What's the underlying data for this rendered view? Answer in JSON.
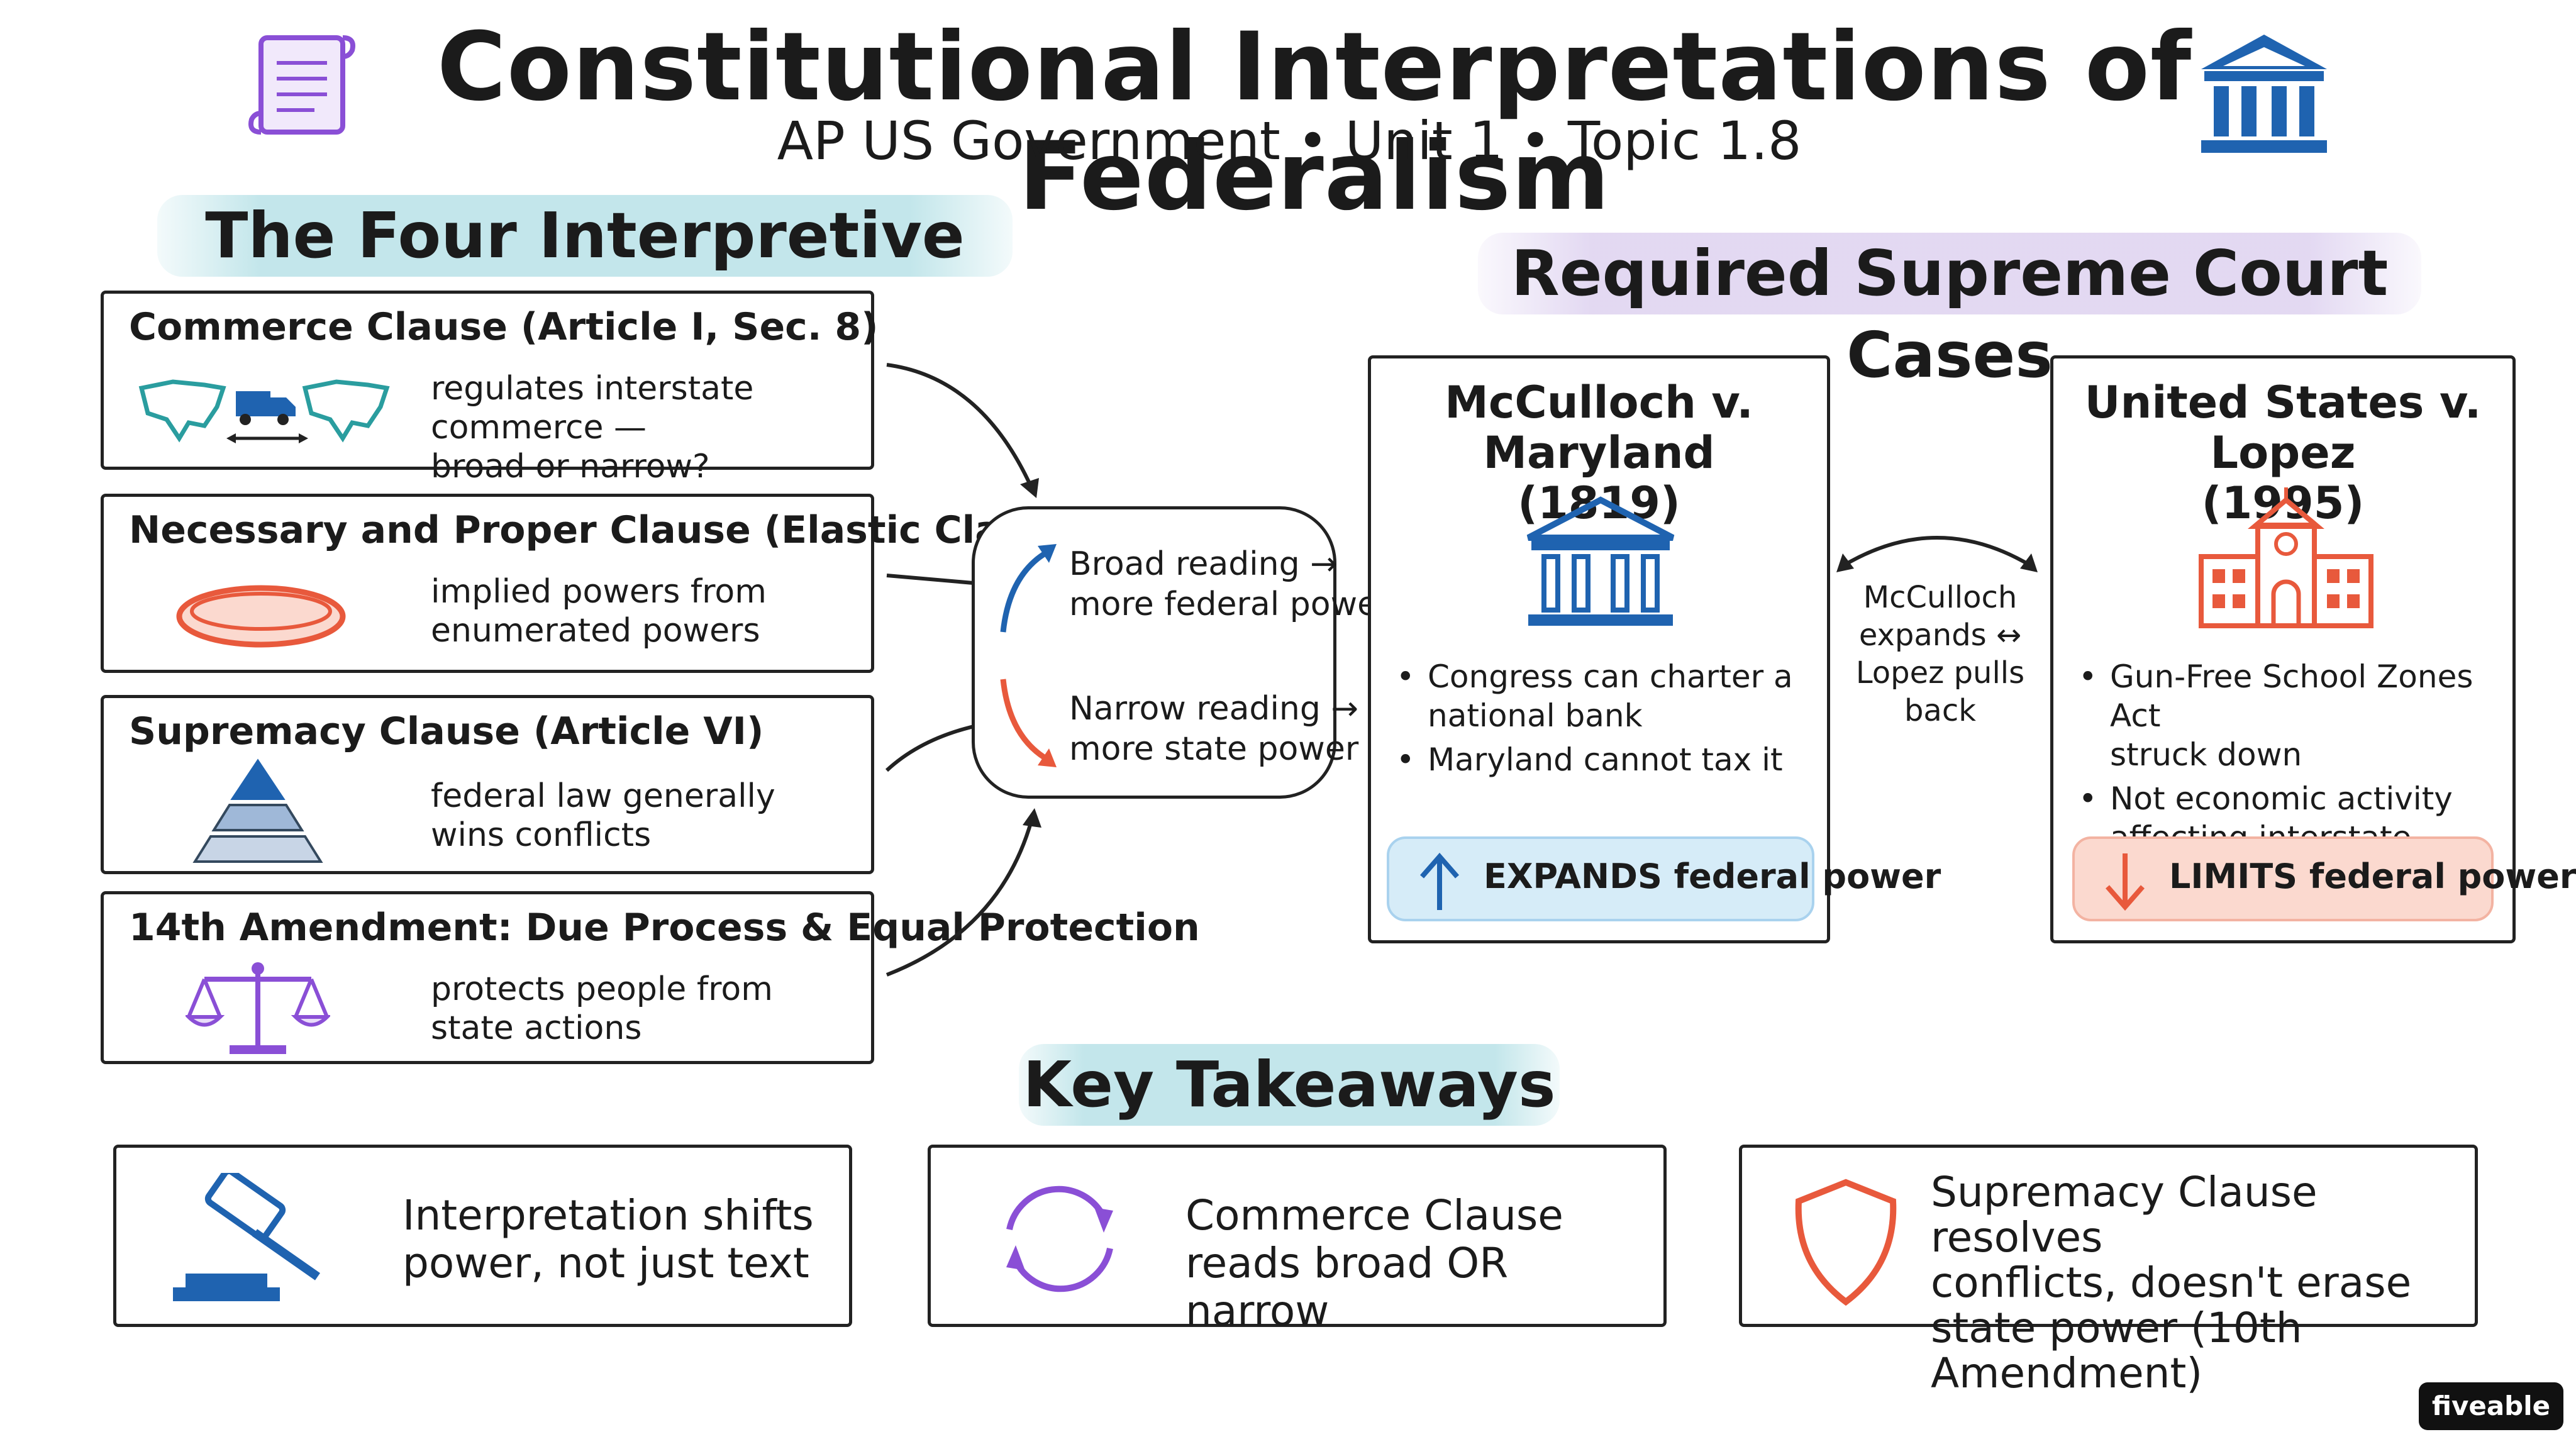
{
  "header": {
    "title": "Constitutional Interpretations of Federalism",
    "subtitle": "AP US Government • Unit 1 • Topic 1.8"
  },
  "tools_section": {
    "heading": "The Four Interpretive Tools",
    "tools": [
      {
        "title": "Commerce Clause (Article I, Sec. 8)",
        "desc_1": "regulates interstate commerce —",
        "desc_2": "broad or narrow?",
        "icon": "us-map-truck-icon"
      },
      {
        "title": "Necessary and Proper Clause (Elastic Clause)",
        "desc_1": "implied powers from",
        "desc_2": "enumerated powers",
        "icon": "elastic-band-icon"
      },
      {
        "title": "Supremacy Clause (Article VI)",
        "desc_1": "federal law generally",
        "desc_2": "wins conflicts",
        "icon": "pyramid-icon"
      },
      {
        "title": "14th Amendment: Due Process & Equal Protection",
        "desc_1": "protects people from",
        "desc_2": "state actions",
        "icon": "scales-icon"
      }
    ]
  },
  "center_box": {
    "broad_1": "Broad reading →",
    "broad_2": "more federal power",
    "narrow_1": "Narrow reading →",
    "narrow_2": "more state power"
  },
  "cases_section": {
    "heading": "Required Supreme Court Cases",
    "mcculloch": {
      "title_1": "McCulloch v. Maryland",
      "title_2": "(1819)",
      "bullet_1a": "Congress can charter a",
      "bullet_1b": "national bank",
      "bullet_2": "Maryland cannot tax it",
      "badge": "EXPANDS federal power",
      "icon": "courthouse-icon"
    },
    "lopez": {
      "title_1": "United States v. Lopez",
      "title_2": "(1995)",
      "bullet_1a": "Gun-Free School Zones Act",
      "bullet_1b": "struck down",
      "bullet_2a": "Not economic activity",
      "bullet_2b": "affecting interstate commerce",
      "badge": "LIMITS federal power",
      "icon": "school-icon"
    },
    "comparison": {
      "line_1": "McCulloch",
      "line_2": "expands ↔",
      "line_3": "Lopez pulls back"
    }
  },
  "takeaways_section": {
    "heading": "Key Takeaways",
    "items": [
      {
        "line_1": "Interpretation shifts",
        "line_2": "power, not just text",
        "icon": "gavel-icon"
      },
      {
        "line_1": "Commerce Clause",
        "line_2": "reads broad OR narrow",
        "icon": "cycle-arrows-icon"
      },
      {
        "line_1": "Supremacy Clause resolves",
        "line_2": "conflicts, doesn't erase",
        "line_3": "state power (10th Amendment)",
        "icon": "shield-icon"
      }
    ]
  },
  "brand": {
    "logo": "fiveable"
  },
  "colors": {
    "blue": "#1f63b0",
    "red_orange": "#e8593c",
    "purple": "#8a4fd6",
    "teal": "#2a9d9f",
    "expands_bg": "#d6ecf8",
    "limits_bg": "#fbd9cf"
  }
}
